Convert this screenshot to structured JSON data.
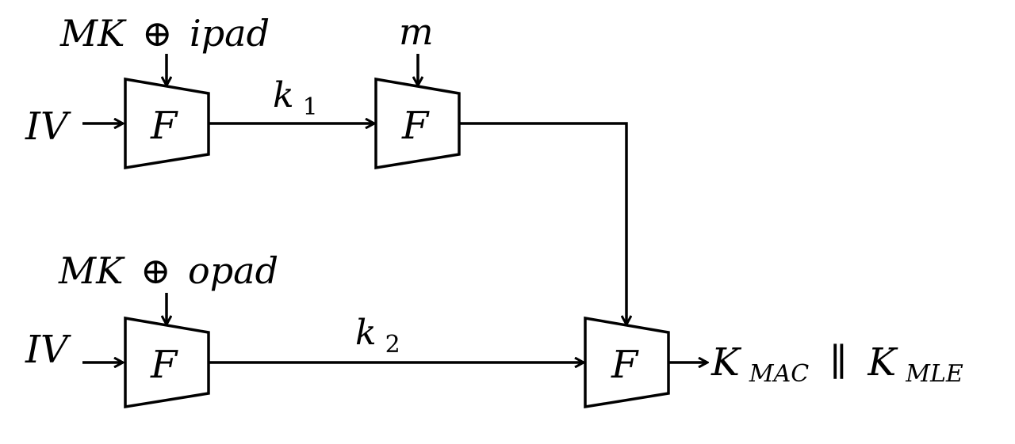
{
  "diagram": {
    "inputs": {
      "iv_top": "IV",
      "iv_bottom": "IV",
      "ipad_key": {
        "var": "MK",
        "op": "⊕",
        "pad": "ipad"
      },
      "opad_key": {
        "var": "MK",
        "op": "⊕",
        "pad": "opad"
      },
      "message": "m"
    },
    "blocks": {
      "f_top_left": "F",
      "f_top_right": "F",
      "f_bottom_left": "F",
      "f_bottom_right": "F"
    },
    "edges": {
      "k1": {
        "base": "k",
        "sub": "1"
      },
      "k2": {
        "base": "k",
        "sub": "2"
      }
    },
    "output": {
      "first": {
        "base": "K",
        "sub": "MAC"
      },
      "sep": "∥",
      "second": {
        "base": "K",
        "sub": "MLE"
      }
    }
  }
}
